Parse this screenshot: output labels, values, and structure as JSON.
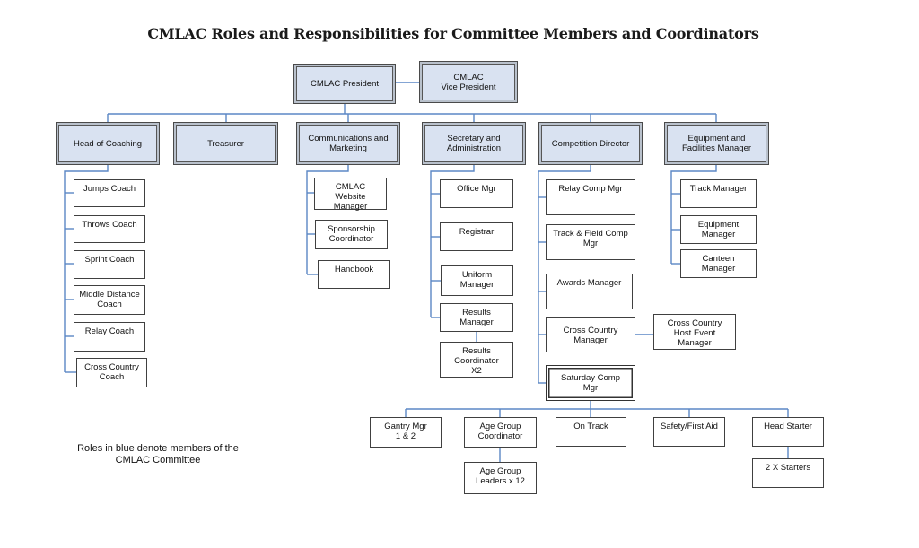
{
  "title": "CMLAC Roles and Responsibilities for Committee Members and Coordinators",
  "note": "Roles in blue denote members of the\nCMLAC Committee",
  "colors": {
    "committee_fill": "#d9e2f1",
    "connector": "#5b87c5",
    "border_dark": "#404040",
    "page_bg": "#ffffff"
  },
  "nodes": {
    "president": "CMLAC President",
    "vice_president": "CMLAC\nVice President",
    "head_of_coaching": "Head of Coaching",
    "treasurer": "Treasurer",
    "communications": "Communications and\nMarketing",
    "secretary": "Secretary and\nAdministration",
    "competition_director": "Competition Director",
    "equipment_facilities": "Equipment and\nFacilities Manager",
    "jumps_coach": "Jumps Coach",
    "throws_coach": "Throws Coach",
    "sprint_coach": "Sprint Coach",
    "middle_distance_coach": "Middle Distance\nCoach",
    "relay_coach": "Relay Coach",
    "cross_country_coach": "Cross Country\nCoach",
    "website_manager": "CMLAC\nWebsite\nManager",
    "sponsorship_coordinator": "Sponsorship\nCoordinator",
    "handbook": "Handbook",
    "office_mgr": "Office Mgr",
    "registrar": "Registrar",
    "uniform_manager": "Uniform\nManager",
    "results_manager": "Results\nManager",
    "results_coordinator": "Results\nCoordinator\nX2",
    "relay_comp_mgr": "Relay Comp Mgr",
    "track_field_comp_mgr": "Track & Field Comp\nMgr",
    "awards_manager": "Awards Manager",
    "cross_country_manager": "Cross Country\nManager",
    "saturday_comp_mgr": "Saturday Comp\nMgr",
    "cc_host_event_manager": "Cross Country\nHost Event\nManager",
    "track_manager": "Track Manager",
    "equipment_manager": "Equipment\nManager",
    "canteen_manager": "Canteen\nManager",
    "gantry_mgr": "Gantry Mgr\n1 & 2",
    "age_group_coordinator": "Age Group\nCoordinator",
    "on_track": "On Track",
    "safety_first_aid": "Safety/First Aid",
    "head_starter": "Head Starter",
    "age_group_leaders": "Age Group\nLeaders x 12",
    "starters": "2 X Starters"
  }
}
